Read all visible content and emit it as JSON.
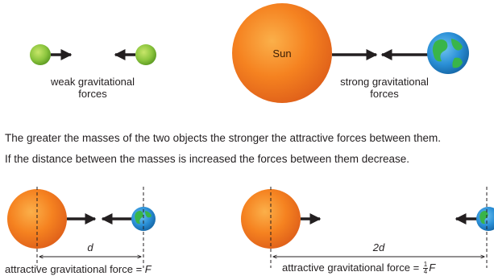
{
  "top": {
    "weak_label_line1": "weak gravitational",
    "weak_label_line2": "forces",
    "sun_label": "Sun",
    "strong_label_line1": "strong gravitational",
    "strong_label_line2": "forces"
  },
  "sentences": {
    "line1": "The greater the masses of the two objects the stronger the attractive forces between them.",
    "line2": "If the distance between the masses is increased the forces between them decrease."
  },
  "bottom_left": {
    "distance_label": "d",
    "caption_prefix": "attractive gravitational force = ",
    "caption_value": "F"
  },
  "bottom_right": {
    "distance_label": "2d",
    "caption_prefix": "attractive gravitational force = ",
    "fraction_numerator": "1",
    "fraction_denominator": "4",
    "caption_value": "F"
  },
  "colors": {
    "sun_orange": "#f47b20",
    "green_ball": "#8dc63f",
    "earth_blue": "#2a8fd6",
    "earth_green": "#39b54a",
    "arrow": "#231f20"
  }
}
